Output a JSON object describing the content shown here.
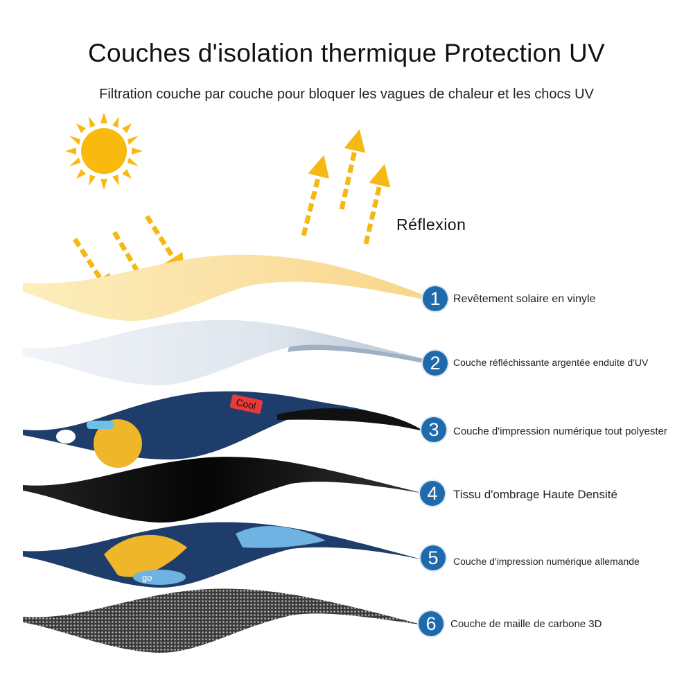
{
  "title": "Couches d'isolation thermique Protection UV",
  "subtitle": "Filtration couche par couche pour bloquer les vagues de chaleur et les chocs UV",
  "reflection_label": "Réflexion",
  "artwork_text": {
    "cool": "Cool",
    "go": "go"
  },
  "colors": {
    "badge": "#1f6aab",
    "sun": "#f9b90f",
    "arrow": "#f5b914"
  },
  "layers": [
    {
      "number": "1",
      "label": "Revêtement solaire en vinyle"
    },
    {
      "number": "2",
      "label": "Couche réfléchissante argentée enduite d'UV"
    },
    {
      "number": "3",
      "label": "Couche d'impression numérique tout polyester"
    },
    {
      "number": "4",
      "label": "Tissu d'ombrage Haute Densité"
    },
    {
      "number": "5",
      "label": "Couche d'impression numérique allemande"
    },
    {
      "number": "6",
      "label": "Couche de maille de carbone 3D"
    }
  ]
}
